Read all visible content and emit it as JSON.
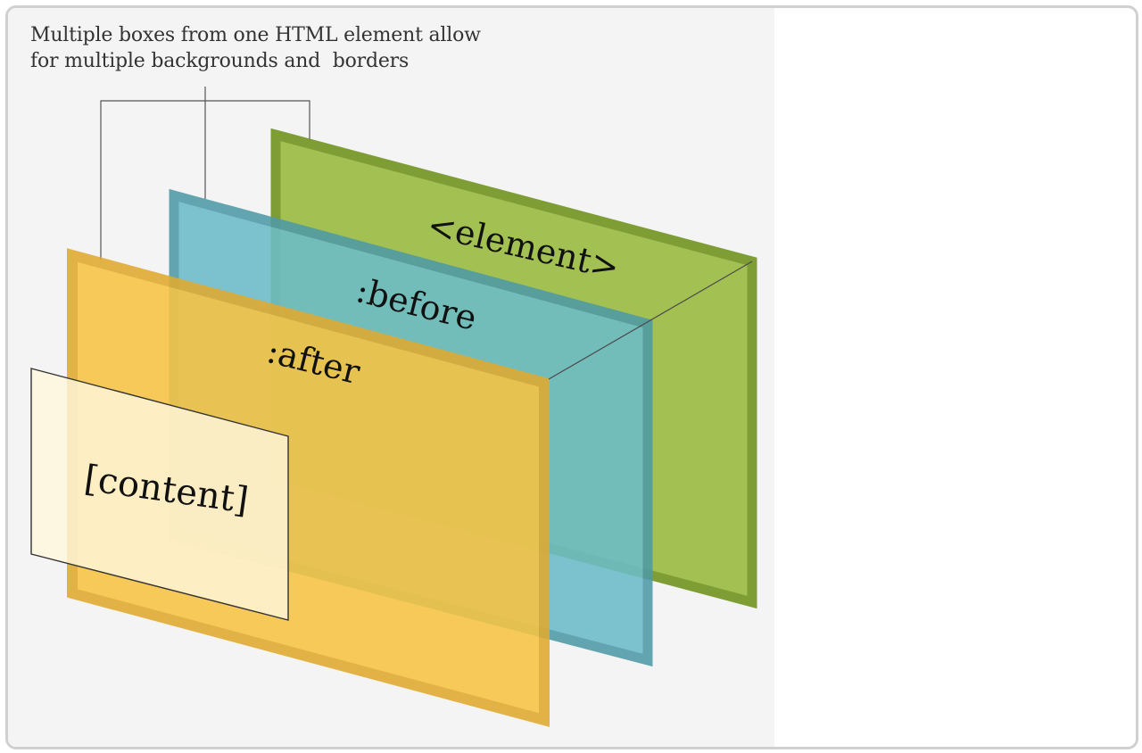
{
  "caption": {
    "line1": "Multiple boxes from one HTML element allow",
    "line2": "for multiple backgrounds and  borders"
  },
  "layers": {
    "element": {
      "label": "<element>",
      "fill": "#9fbe4a",
      "border": "#78992a"
    },
    "before": {
      "label": ":before",
      "fill": "#6cbcc9",
      "border": "#4e9aa6"
    },
    "after": {
      "label": ":after",
      "fill": "#f7c443",
      "border": "#e0aa30"
    },
    "content": {
      "label": "[content]",
      "fill": "#fff7dc",
      "border": "#333333"
    }
  },
  "colors": {
    "panel_bg": "#f4f4f4",
    "connector": "#555555"
  }
}
